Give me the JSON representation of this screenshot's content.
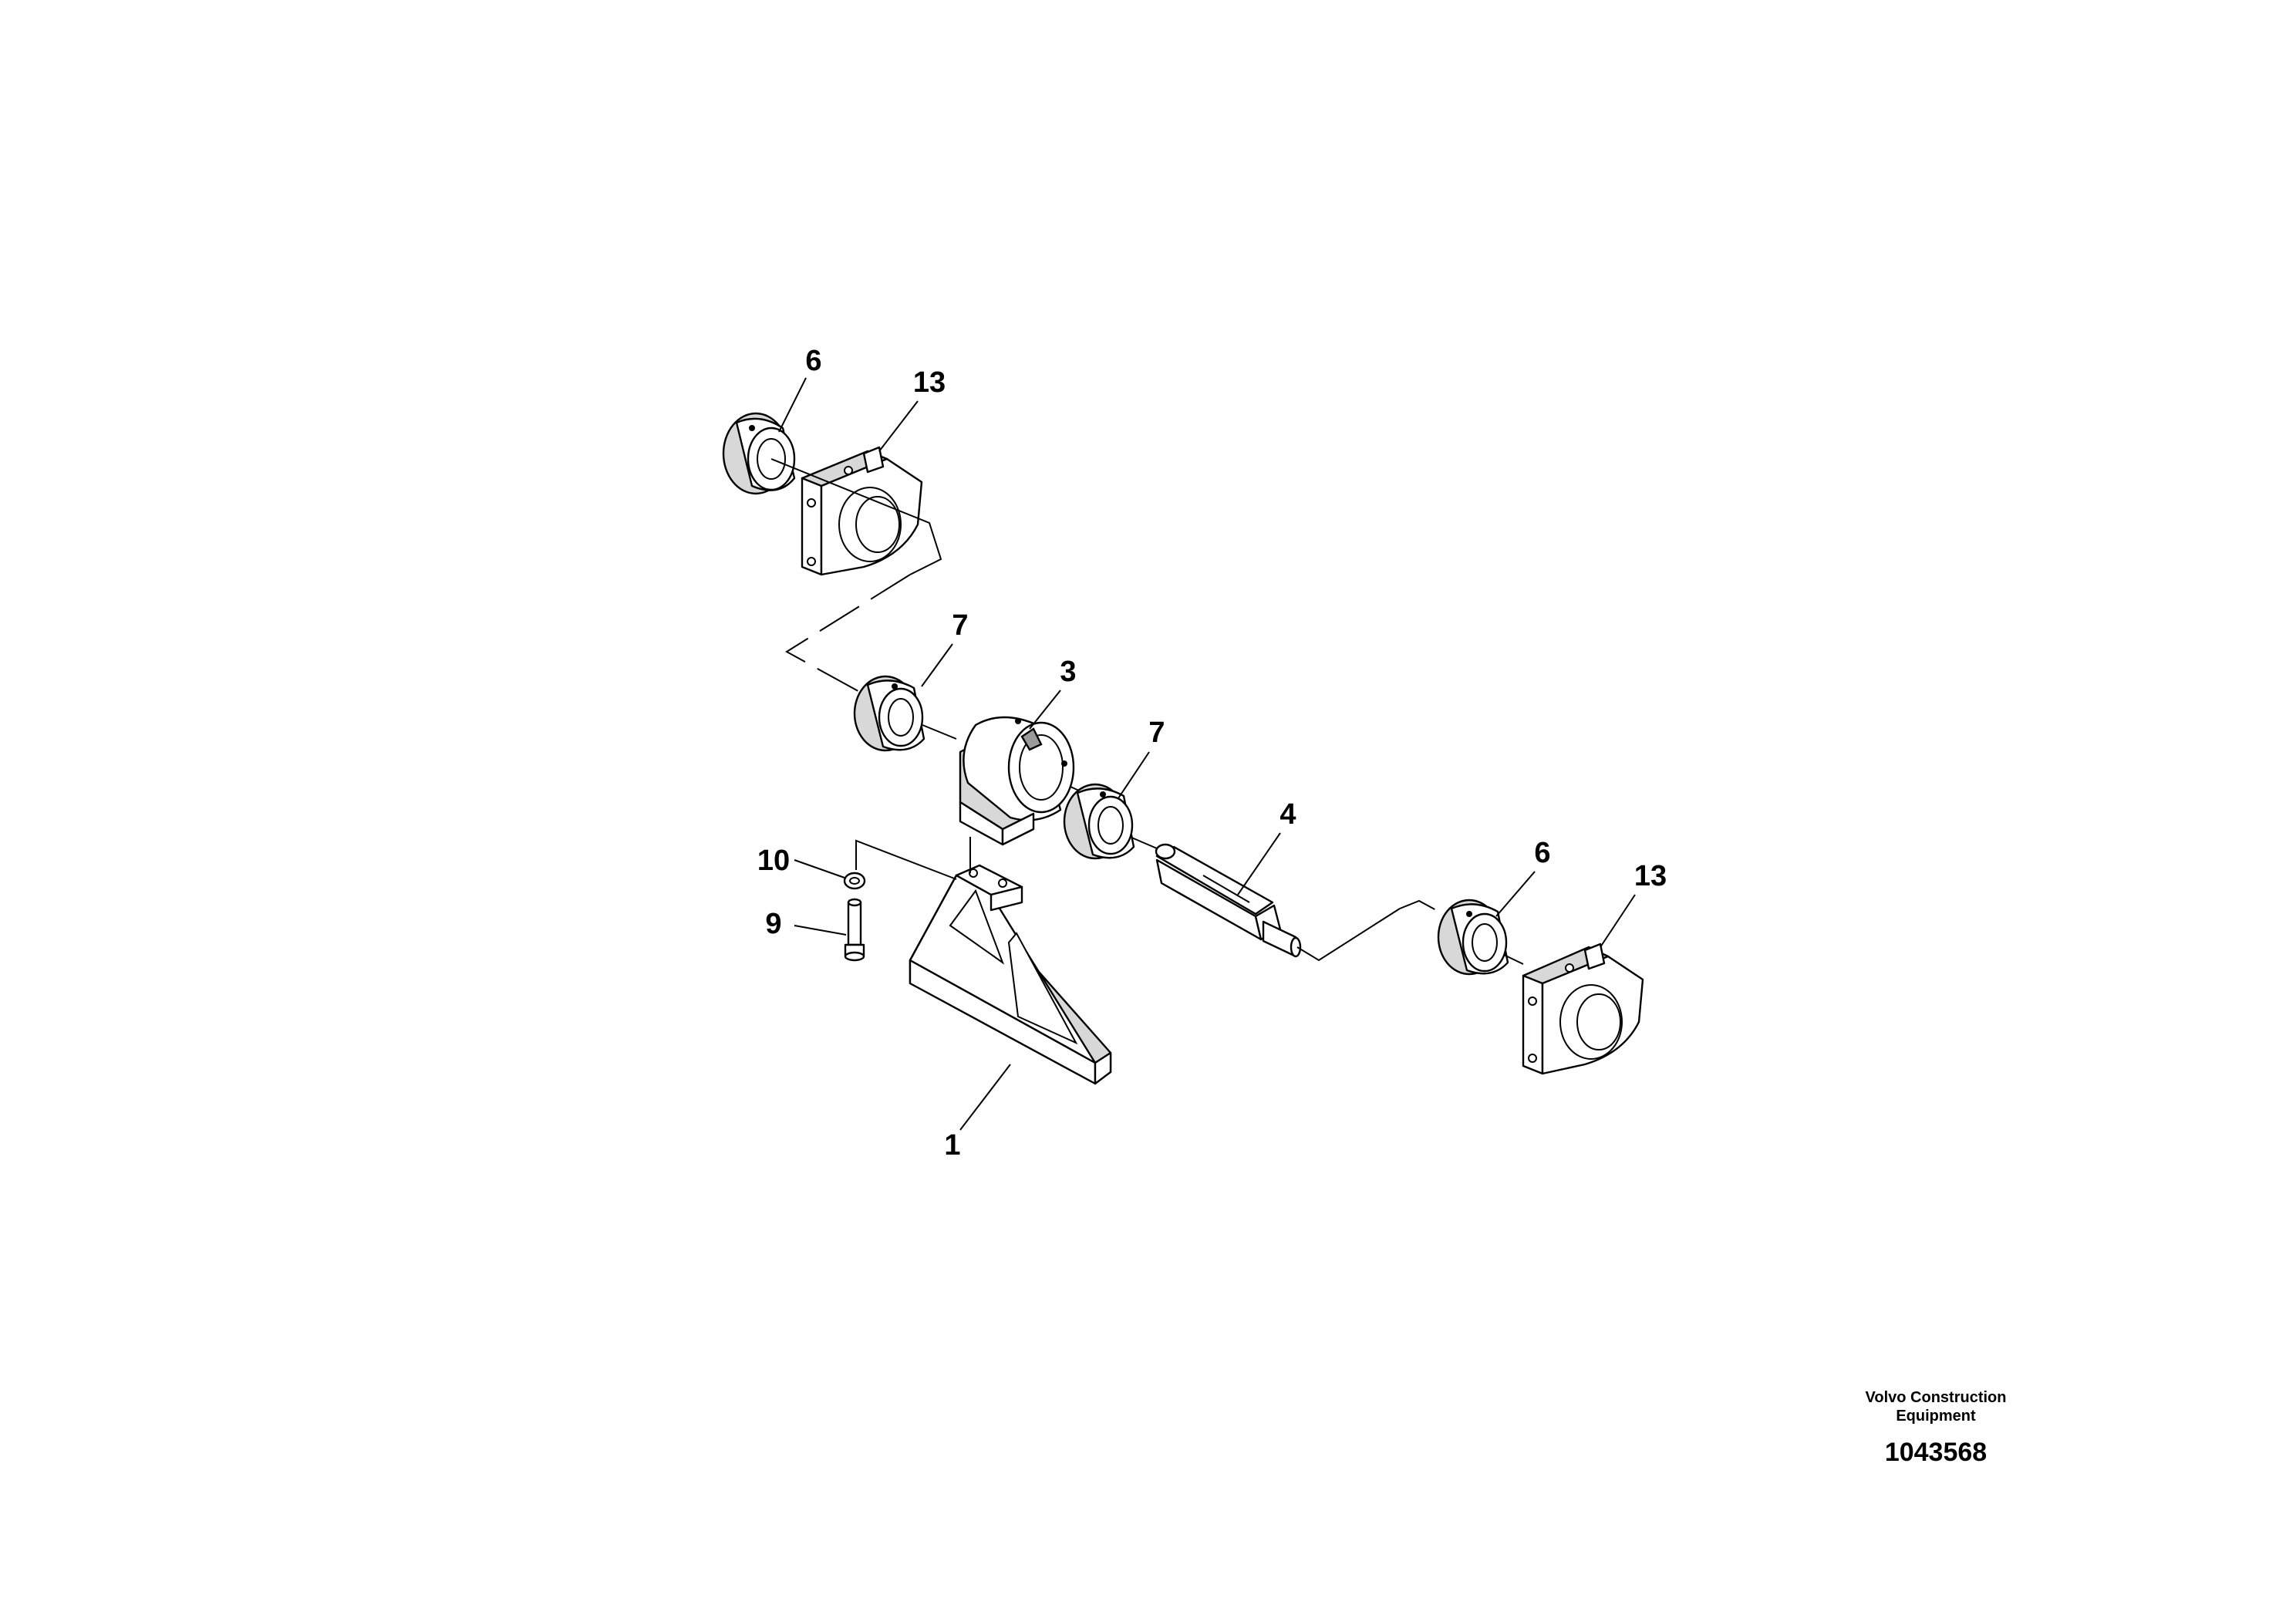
{
  "diagram": {
    "callouts": {
      "c6_top": "6",
      "c13_top": "13",
      "c7_left": "7",
      "c3": "3",
      "c7_right": "7",
      "c4": "4",
      "c10": "10",
      "c9": "9",
      "c1": "1",
      "c6_right": "6",
      "c13_right": "13"
    }
  },
  "footer": {
    "company_line1": "Volvo Construction",
    "company_line2": "Equipment",
    "drawing_number": "1043568"
  }
}
